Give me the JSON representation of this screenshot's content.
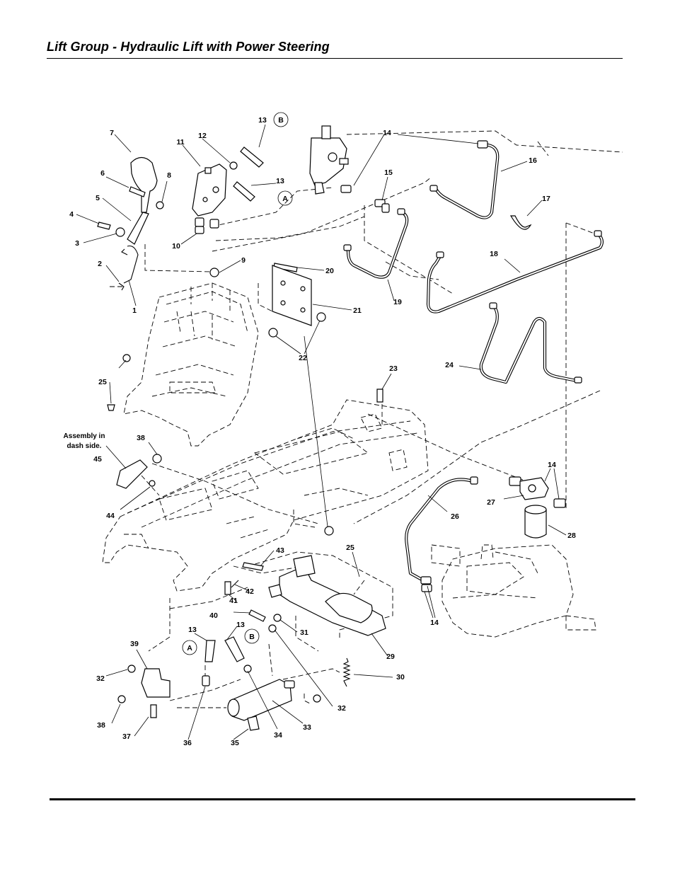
{
  "header": {
    "title": "Lift Group - Hydraulic Lift with Power Steering"
  },
  "diagram": {
    "note_assembly": [
      "Assembly in",
      "dash side."
    ],
    "callouts": {
      "c1": "1",
      "c2": "2",
      "c3": "3",
      "c4": "4",
      "c5": "5",
      "c6": "6",
      "c7": "7",
      "c8": "8",
      "c9": "9",
      "c10": "10",
      "c11": "11",
      "c12": "12",
      "c13a": "13",
      "c13b": "13",
      "c13c": "13",
      "c13d": "13",
      "c14a": "14",
      "c14b": "14",
      "c14c": "14",
      "c15": "15",
      "c16": "16",
      "c17": "17",
      "c18": "18",
      "c19": "19",
      "c20": "20",
      "c21": "21",
      "c22": "22",
      "c23": "23",
      "c24": "24",
      "c25a": "25",
      "c25b": "25",
      "c26": "26",
      "c27": "27",
      "c28": "28",
      "c29": "29",
      "c30": "30",
      "c31": "31",
      "c32a": "32",
      "c32b": "32",
      "c33": "33",
      "c34": "34",
      "c35": "35",
      "c36": "36",
      "c37": "37",
      "c38a": "38",
      "c38b": "38",
      "c39": "39",
      "c40": "40",
      "c41": "41",
      "c42": "42",
      "c43": "43",
      "c44": "44",
      "c45": "45"
    },
    "markers": {
      "m_b_top": "B",
      "m_a_top": "A",
      "m_a_bot": "A",
      "m_b_bot": "B"
    }
  }
}
